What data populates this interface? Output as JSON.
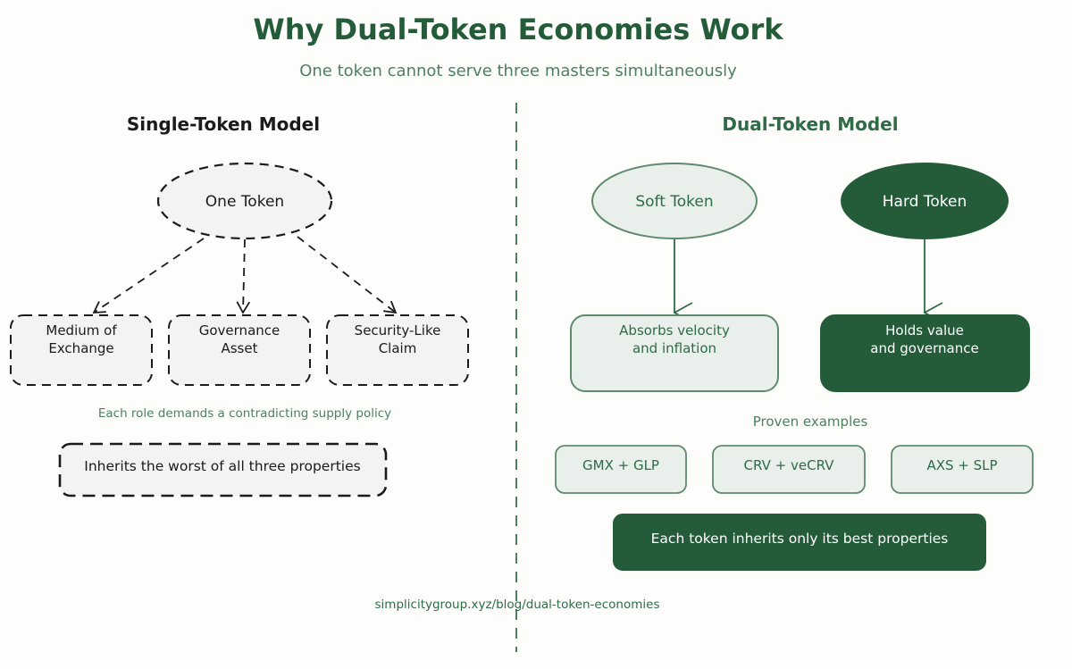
{
  "title": "Why Dual-Token Economies Work",
  "subtitle": "One token cannot serve three masters simultaneously",
  "left": {
    "heading": "Single-Token Model",
    "center_node": "One Token",
    "roles": [
      [
        "Medium of",
        "Exchange"
      ],
      [
        "Governance",
        "Asset"
      ],
      [
        "Security-Like",
        "Claim"
      ]
    ],
    "note": "Each role demands a contradicting supply policy",
    "conclusion": "Inherits the worst of all three properties"
  },
  "right": {
    "heading": "Dual-Token Model",
    "soft_token": "Soft Token",
    "hard_token": "Hard Token",
    "soft_role": [
      "Absorbs velocity",
      "and inflation"
    ],
    "hard_role": [
      "Holds value",
      "and governance"
    ],
    "examples_label": "Proven examples",
    "examples": [
      "GMX + GLP",
      "CRV + veCRV",
      "AXS + SLP"
    ],
    "conclusion": "Each token inherits only its best properties"
  },
  "footer_url": "simplicitygroup.xyz/blog/dual-token-economies",
  "colors": {
    "green_dark": "#245c3a",
    "green_text": "#2f6b46",
    "green_muted": "#4e7f61",
    "green_fill_light": "#e9efea",
    "green_stroke": "#5f8a6d",
    "gray_fill": "#f3f3f1",
    "ink": "#1b1b1b",
    "white": "#ffffff"
  }
}
